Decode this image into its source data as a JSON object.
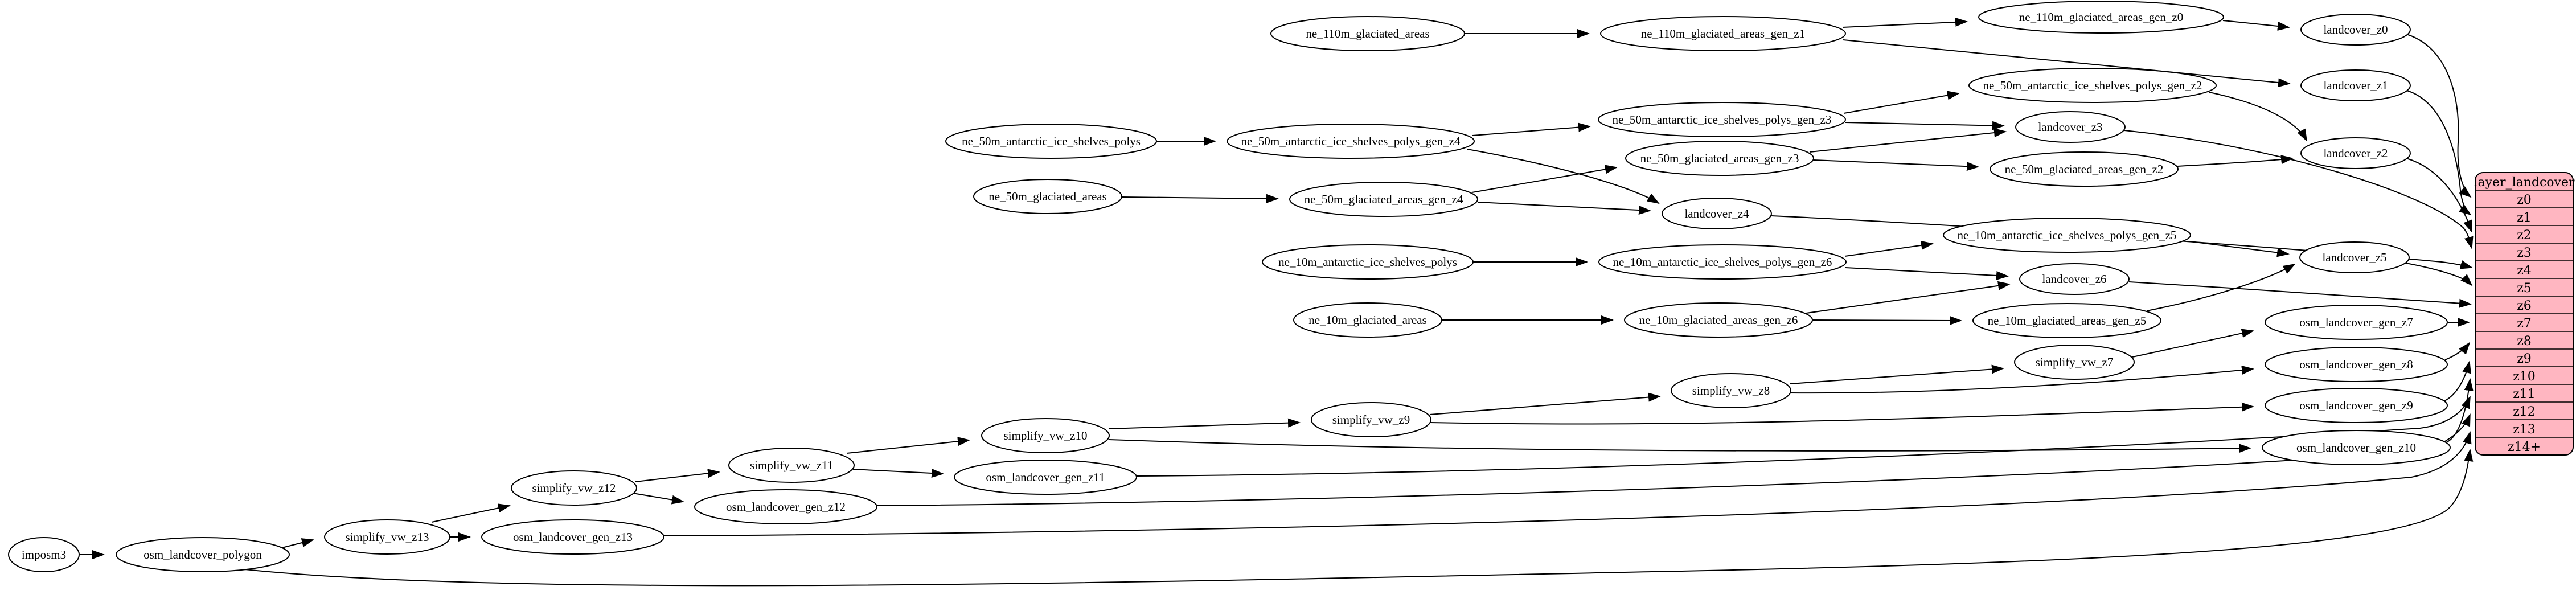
{
  "nodes": {
    "imposm3": {
      "label": "imposm3"
    },
    "osm_landcover_polygon": {
      "label": "osm_landcover_polygon"
    },
    "simplify_vw_z13": {
      "label": "simplify_vw_z13"
    },
    "osm_landcover_gen_z13": {
      "label": "osm_landcover_gen_z13"
    },
    "simplify_vw_z12": {
      "label": "simplify_vw_z12"
    },
    "osm_landcover_gen_z12": {
      "label": "osm_landcover_gen_z12"
    },
    "simplify_vw_z11": {
      "label": "simplify_vw_z11"
    },
    "osm_landcover_gen_z11": {
      "label": "osm_landcover_gen_z11"
    },
    "simplify_vw_z10": {
      "label": "simplify_vw_z10"
    },
    "simplify_vw_z9": {
      "label": "simplify_vw_z9"
    },
    "simplify_vw_z8": {
      "label": "simplify_vw_z8"
    },
    "simplify_vw_z7": {
      "label": "simplify_vw_z7"
    },
    "osm_landcover_gen_z7": {
      "label": "osm_landcover_gen_z7"
    },
    "osm_landcover_gen_z8": {
      "label": "osm_landcover_gen_z8"
    },
    "osm_landcover_gen_z9": {
      "label": "osm_landcover_gen_z9"
    },
    "osm_landcover_gen_z10": {
      "label": "osm_landcover_gen_z10"
    },
    "ne_110m_glaciated_areas": {
      "label": "ne_110m_glaciated_areas"
    },
    "ne_110m_glaciated_areas_gen_z1": {
      "label": "ne_110m_glaciated_areas_gen_z1"
    },
    "ne_110m_glaciated_areas_gen_z0": {
      "label": "ne_110m_glaciated_areas_gen_z0"
    },
    "landcover_z0": {
      "label": "landcover_z0"
    },
    "landcover_z1": {
      "label": "landcover_z1"
    },
    "landcover_z2": {
      "label": "landcover_z2"
    },
    "landcover_z3": {
      "label": "landcover_z3"
    },
    "landcover_z4": {
      "label": "landcover_z4"
    },
    "landcover_z5": {
      "label": "landcover_z5"
    },
    "landcover_z6": {
      "label": "landcover_z6"
    },
    "ne_50m_antarctic_ice_shelves_polys": {
      "label": "ne_50m_antarctic_ice_shelves_polys"
    },
    "ne_50m_antarctic_ice_shelves_polys_gen_z4": {
      "label": "ne_50m_antarctic_ice_shelves_polys_gen_z4"
    },
    "ne_50m_antarctic_ice_shelves_polys_gen_z3": {
      "label": "ne_50m_antarctic_ice_shelves_polys_gen_z3"
    },
    "ne_50m_antarctic_ice_shelves_polys_gen_z2": {
      "label": "ne_50m_antarctic_ice_shelves_polys_gen_z2"
    },
    "ne_50m_glaciated_areas": {
      "label": "ne_50m_glaciated_areas"
    },
    "ne_50m_glaciated_areas_gen_z4": {
      "label": "ne_50m_glaciated_areas_gen_z4"
    },
    "ne_50m_glaciated_areas_gen_z3": {
      "label": "ne_50m_glaciated_areas_gen_z3"
    },
    "ne_50m_glaciated_areas_gen_z2": {
      "label": "ne_50m_glaciated_areas_gen_z2"
    },
    "ne_10m_antarctic_ice_shelves_polys": {
      "label": "ne_10m_antarctic_ice_shelves_polys"
    },
    "ne_10m_antarctic_ice_shelves_polys_gen_z6": {
      "label": "ne_10m_antarctic_ice_shelves_polys_gen_z6"
    },
    "ne_10m_antarctic_ice_shelves_polys_gen_z5": {
      "label": "ne_10m_antarctic_ice_shelves_polys_gen_z5"
    },
    "ne_10m_glaciated_areas": {
      "label": "ne_10m_glaciated_areas"
    },
    "ne_10m_glaciated_areas_gen_z6": {
      "label": "ne_10m_glaciated_areas_gen_z6"
    },
    "ne_10m_glaciated_areas_gen_z5": {
      "label": "ne_10m_glaciated_areas_gen_z5"
    }
  },
  "table": {
    "header": "layer_landcover",
    "rows": [
      "z0",
      "z1",
      "z2",
      "z3",
      "z4",
      "z5",
      "z6",
      "z7",
      "z8",
      "z9",
      "z10",
      "z11",
      "z12",
      "z13",
      "z14+"
    ]
  },
  "colors": {
    "table_fill": "#ffb6c1",
    "node_fill": "#ffffff",
    "stroke": "#000000",
    "background": "#ffffff"
  }
}
